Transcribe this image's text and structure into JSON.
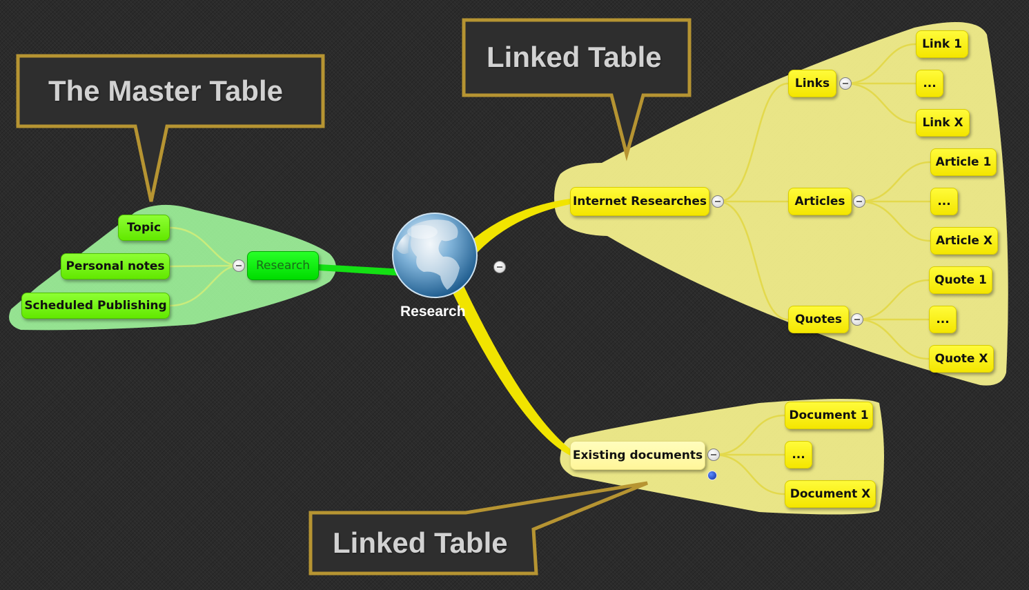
{
  "colors": {
    "background": "#2b2b2b",
    "master_group_fill": "#9ef29a",
    "linked_group_fill": "#f3ef8c",
    "yellow_node": "#fff200",
    "green_node": "#7cf71e",
    "research_node": "#14f014",
    "callout_border": "#b69432",
    "callout_text": "#d2d2d2"
  },
  "callouts": {
    "master": "The Master Table",
    "linked_top": "Linked Table",
    "linked_bottom": "Linked Table"
  },
  "center": {
    "label": "Research",
    "icon": "globe-icon"
  },
  "master_table": {
    "root": "Research",
    "children": [
      "Topic",
      "Personal notes",
      "Scheduled Publishing"
    ]
  },
  "internet_researches": {
    "label": "Internet Researches",
    "links": {
      "label": "Links",
      "items": [
        "Link 1",
        "...",
        "Link X"
      ]
    },
    "articles": {
      "label": "Articles",
      "items": [
        "Article 1",
        "...",
        "Article X"
      ]
    },
    "quotes": {
      "label": "Quotes",
      "items": [
        "Quote 1",
        "...",
        "Quote X"
      ]
    }
  },
  "existing_documents": {
    "label": "Existing documents",
    "items": [
      "Document 1",
      "...",
      "Document X"
    ]
  }
}
